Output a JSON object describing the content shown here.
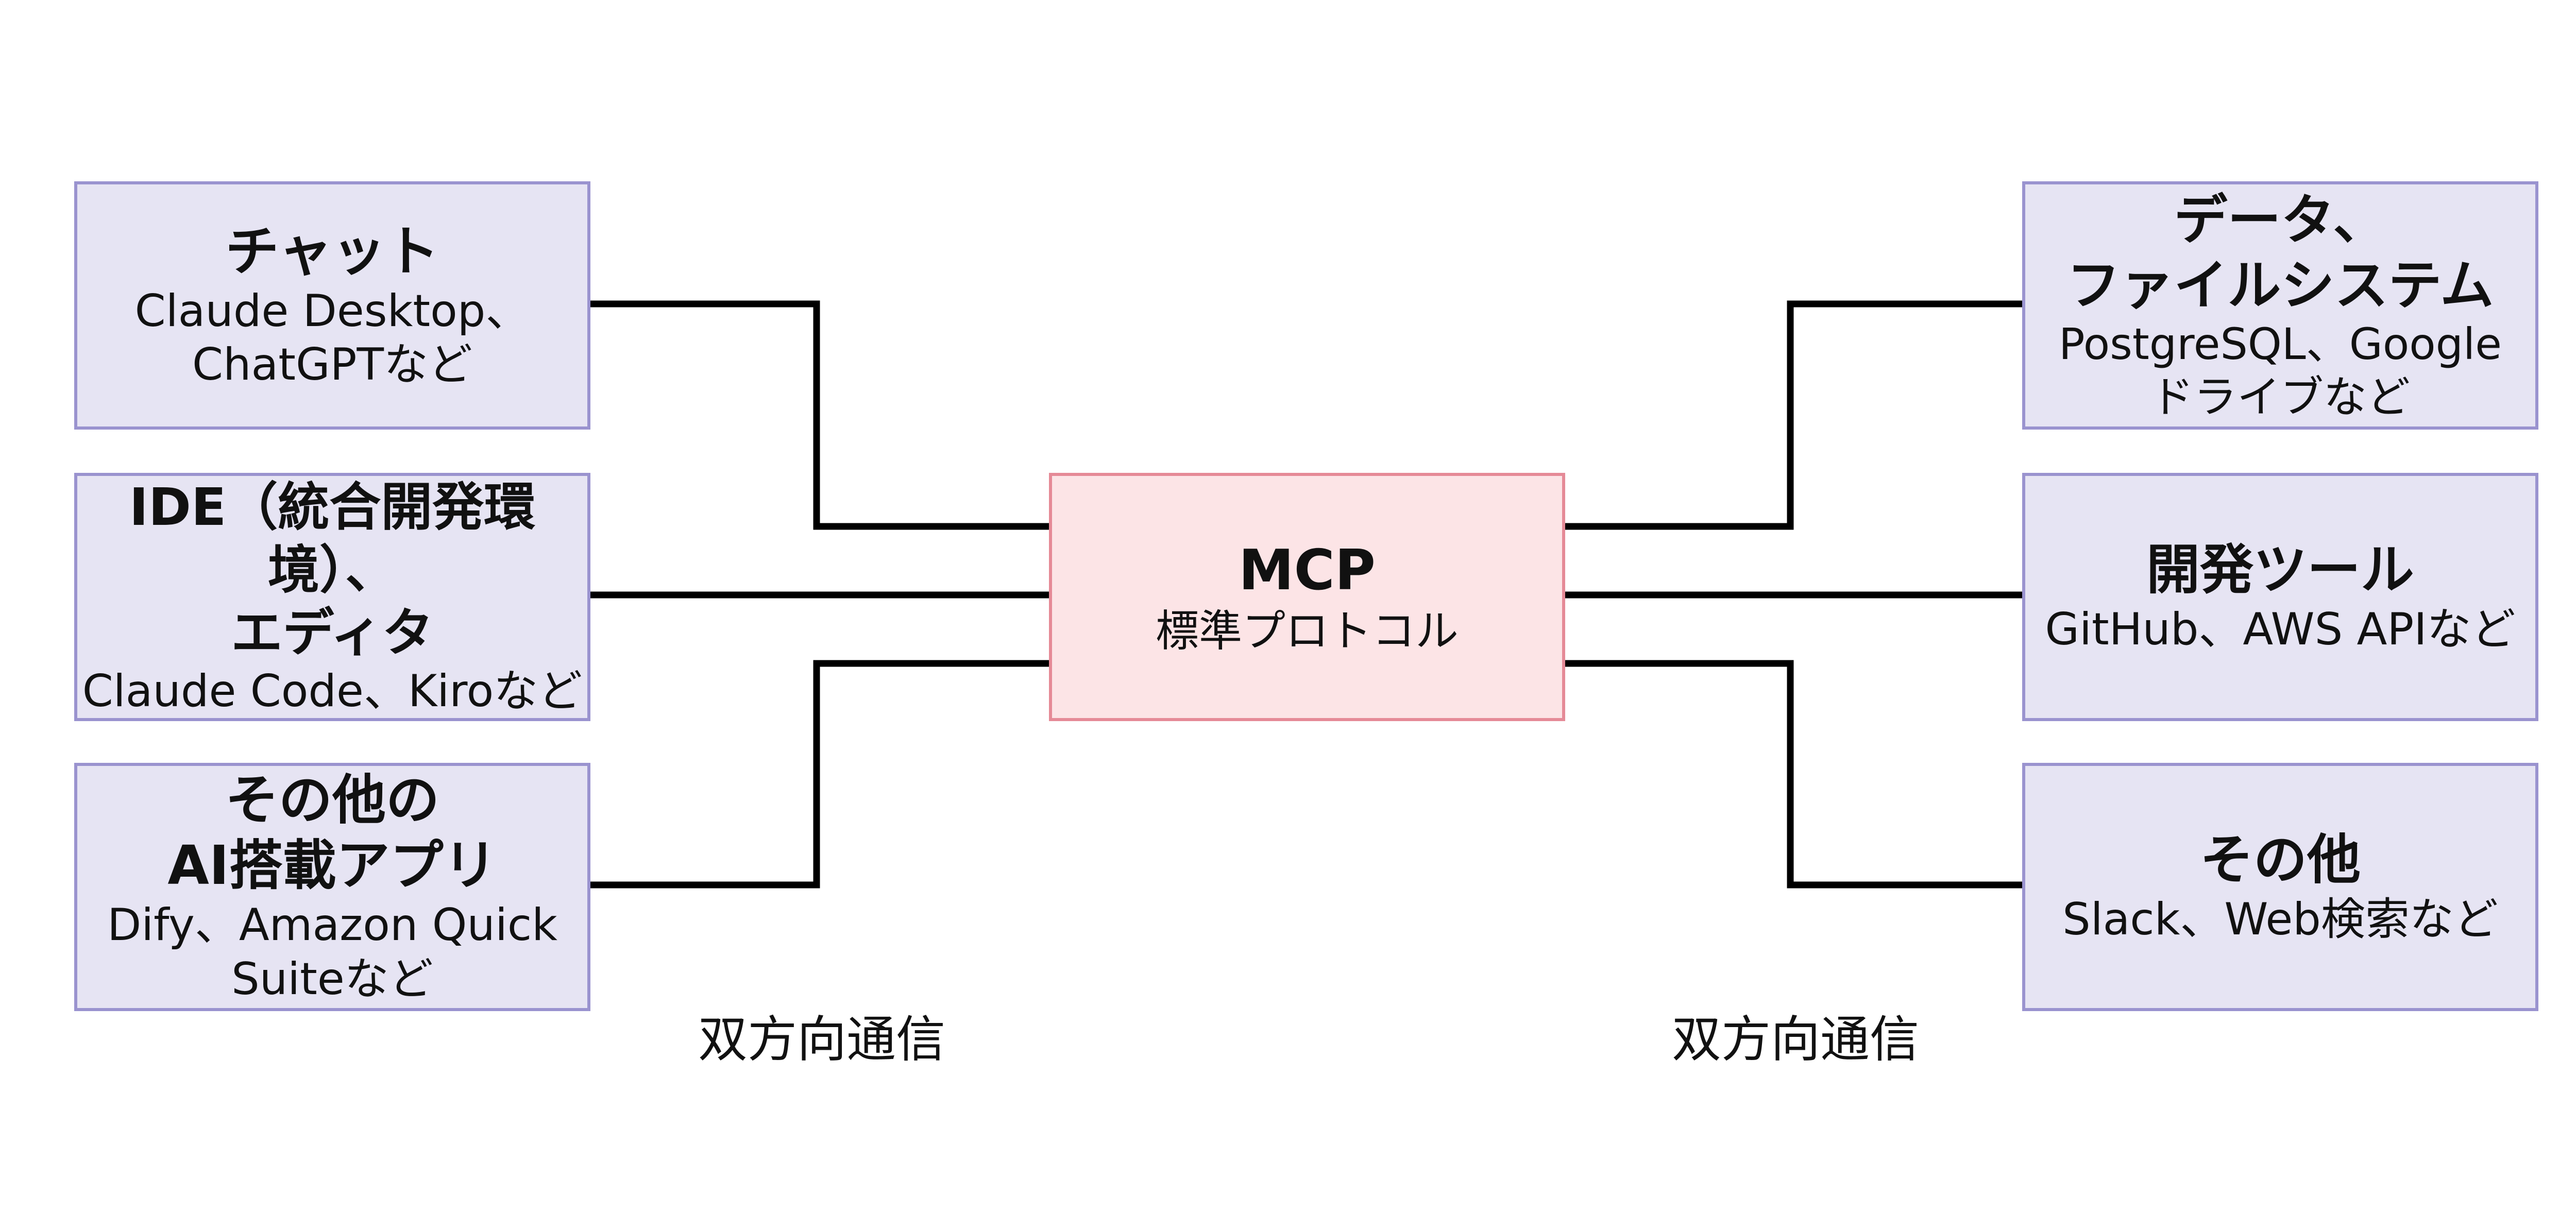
{
  "nodes": {
    "chat": {
      "title": "チャット",
      "subtitle": "Claude Desktop、\nChatGPTなど"
    },
    "ide": {
      "title": "IDE（統合開発環境）、\nエディタ",
      "subtitle": "Claude Code、Kiroなど"
    },
    "other_ai": {
      "title": "その他の\nAI搭載アプリ",
      "subtitle": "Dify、Amazon Quick\nSuiteなど"
    },
    "mcp": {
      "title": "MCP",
      "subtitle": "標準プロトコル"
    },
    "data": {
      "title": "データ、\nファイルシステム",
      "subtitle": "PostgreSQL、Google\nドライブなど"
    },
    "dev_tools": {
      "title": "開発ツール",
      "subtitle": "GitHub、AWS APIなど"
    },
    "other": {
      "title": "その他",
      "subtitle": "Slack、Web検索など"
    }
  },
  "edge_labels": {
    "left": "双方向通信",
    "right": "双方向通信"
  },
  "colors": {
    "client_fill": "#e6e4f3",
    "client_border": "#9a93cf",
    "hub_fill": "#fce4e6",
    "hub_border": "#e58a97",
    "arrow": "#000000"
  }
}
